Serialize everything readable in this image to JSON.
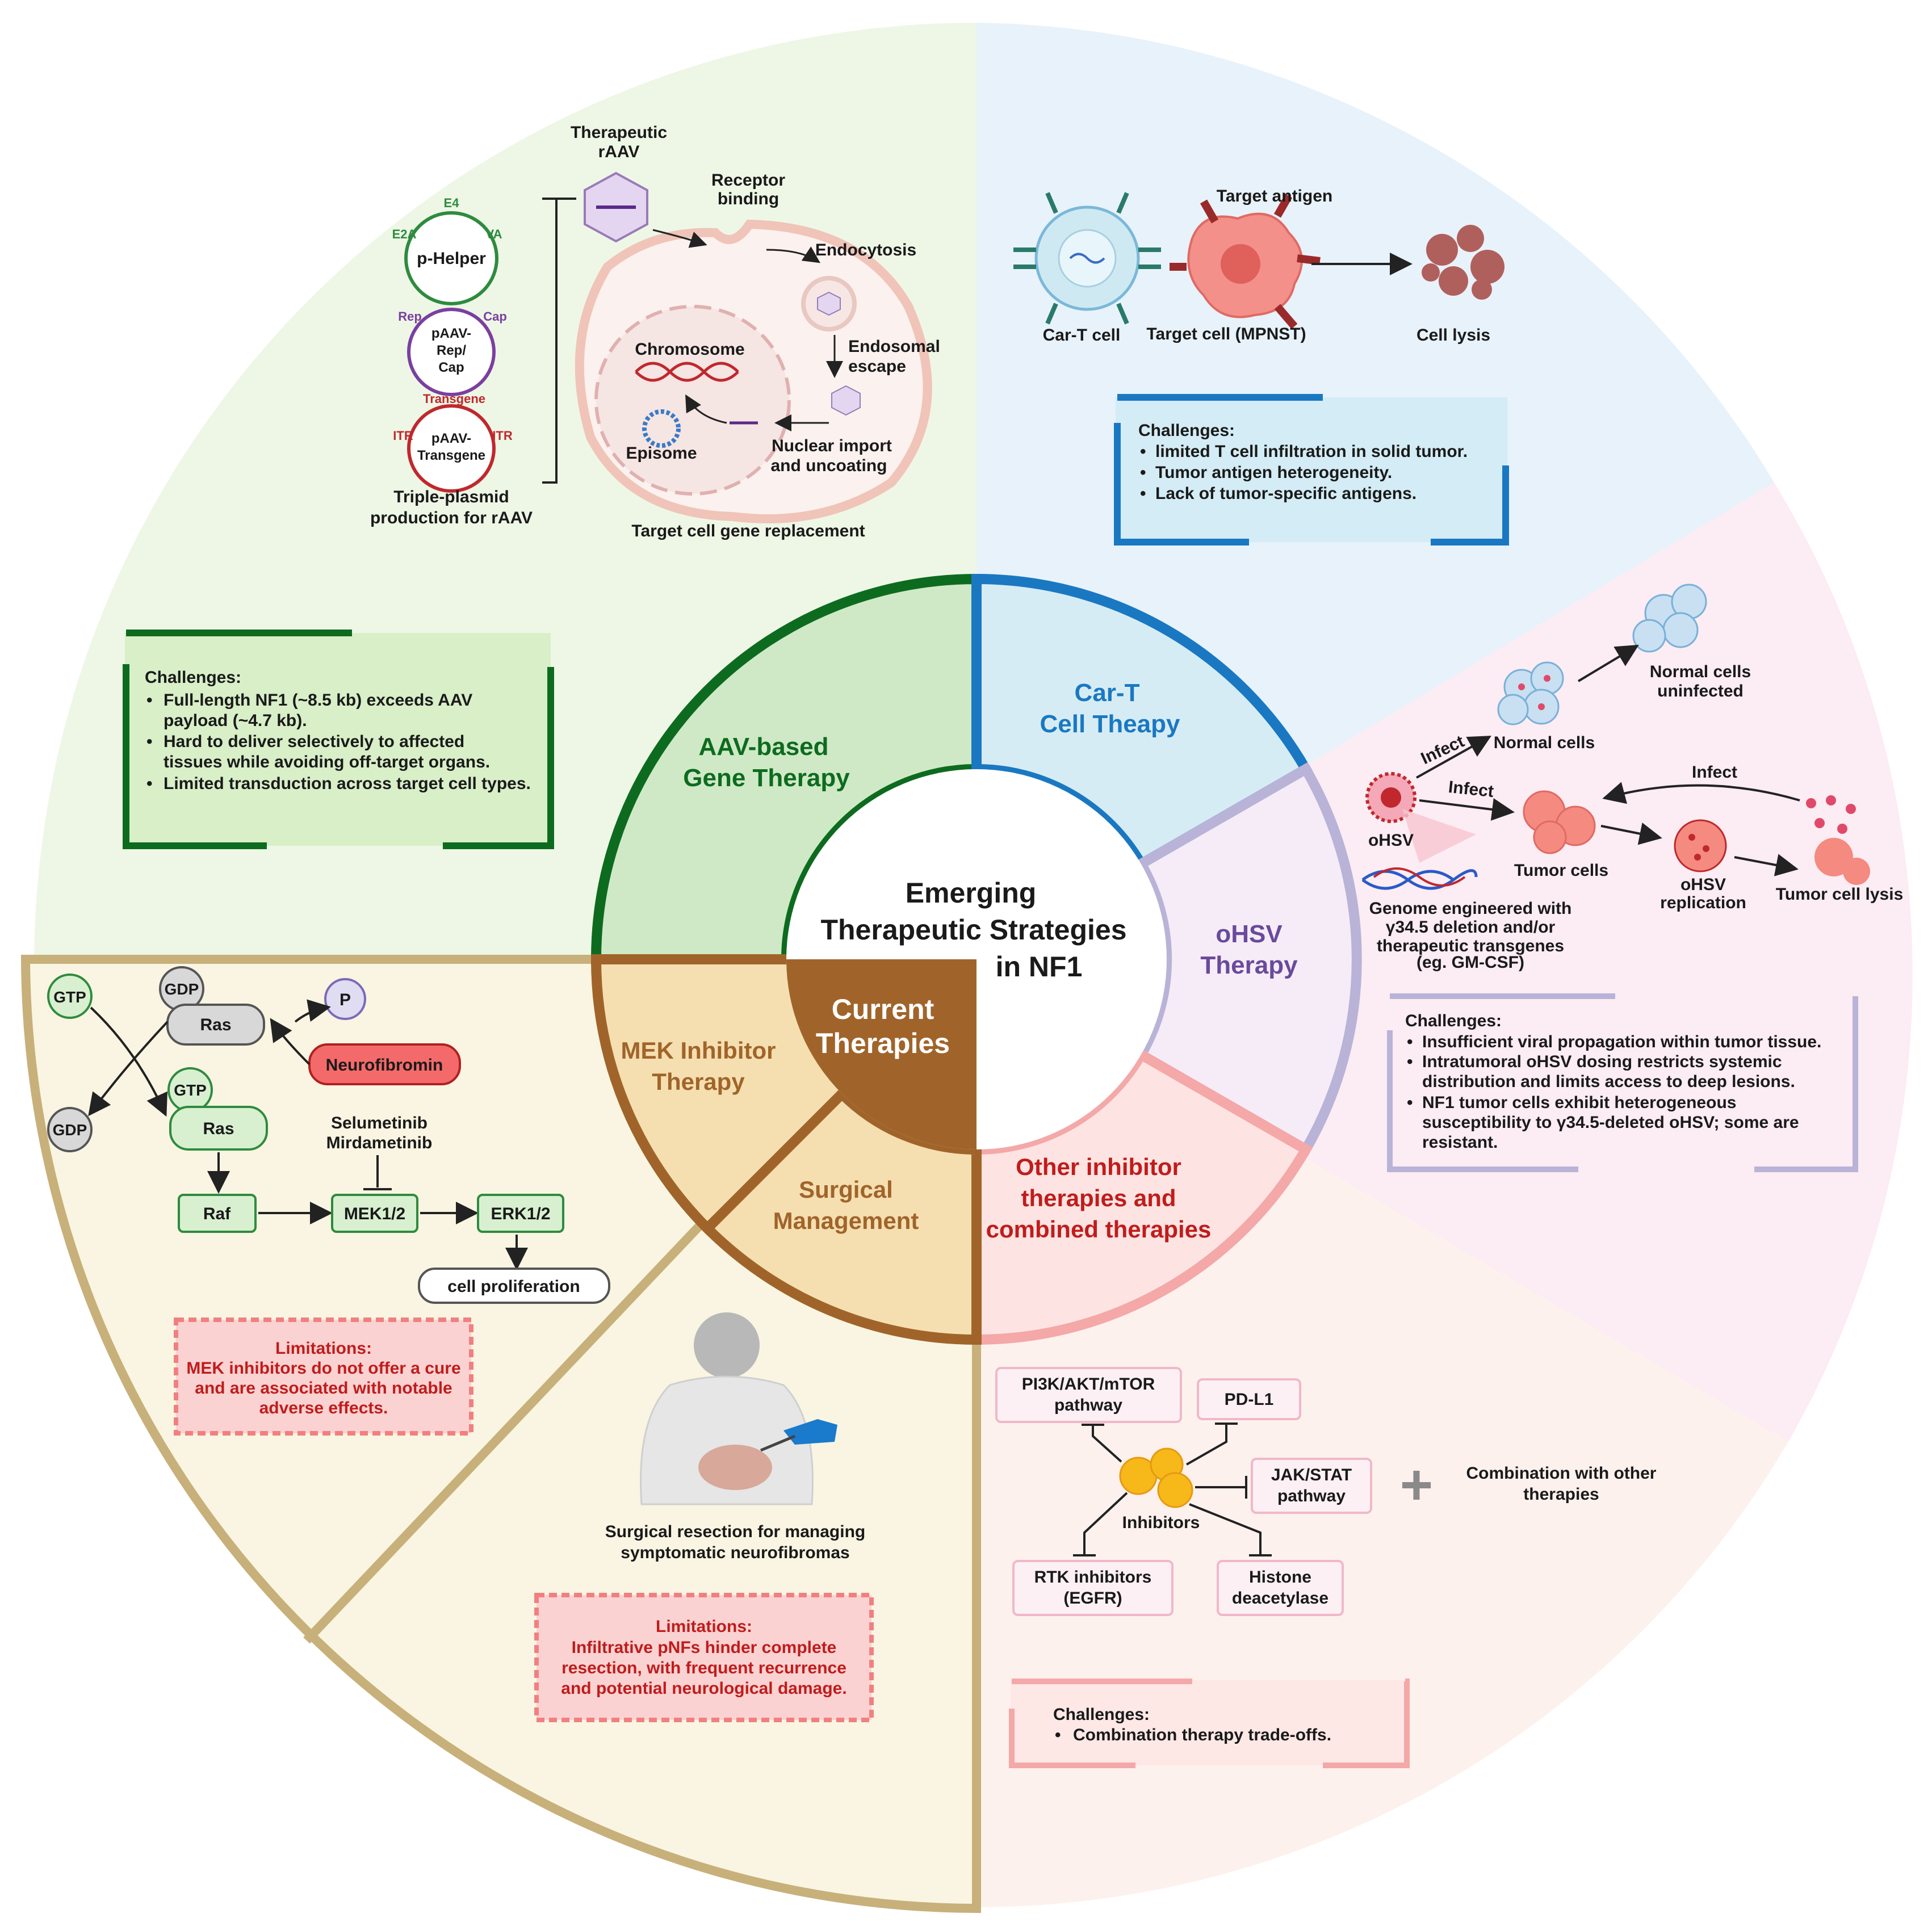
{
  "center": {
    "title_lines": [
      "Emerging",
      "Therapeutic  Strategies",
      "in NF1"
    ],
    "current": [
      "Current",
      "Therapies"
    ]
  },
  "ring": {
    "aav": [
      "AAV-based",
      "Gene Therapy"
    ],
    "cart": [
      "Car-T",
      "Cell Theapy"
    ],
    "ohsv": [
      "oHSV",
      "Therapy"
    ],
    "other": [
      "Other inhibitor",
      "therapies and",
      "combined therapies"
    ],
    "mek": [
      "MEK Inhibitor",
      "Therapy"
    ],
    "surgical": [
      "Surgical",
      "Management"
    ]
  },
  "aav_panel": {
    "therapeutic_rAAV": [
      "Therapeutic",
      "rAAV"
    ],
    "receptor_binding": [
      "Receptor",
      "binding"
    ],
    "endocytosis": "Endocytosis",
    "endosomal_escape": [
      "Endosomal",
      "escape"
    ],
    "chromosome": "Chromosome",
    "episome": "Episome",
    "nuclear_import": [
      "Nuclear import",
      "and uncoating"
    ],
    "target_cell": "Target cell gene replacement",
    "plasmid_helper": {
      "name": "p-Helper",
      "labels": [
        "E2A",
        "E4",
        "VA"
      ]
    },
    "plasmid_repcap": {
      "name": [
        "pAAV-",
        "Rep/",
        "Cap"
      ],
      "labels": [
        "Rep",
        "Cap"
      ]
    },
    "plasmid_transgene": {
      "name": [
        "pAAV-",
        "Transgene"
      ],
      "labels": [
        "Transgene",
        "ITR",
        "ITR"
      ]
    },
    "triple": [
      "Triple-plasmid",
      "production for rAAV"
    ],
    "challenges_title": "Challenges:",
    "challenges": [
      [
        "Full-length NF1 (~8.5 kb) exceeds AAV",
        "payload (~4.7 kb)."
      ],
      [
        "Hard to deliver selectively to affected",
        "tissues while avoiding off-target organs."
      ],
      [
        "Limited transduction across target cell types."
      ]
    ]
  },
  "cart_panel": {
    "target_antigen": "Target antigen",
    "cart_cell": "Car-T cell",
    "target_cell": "Target cell (MPNST)",
    "cell_lysis": "Cell lysis",
    "challenges_title": "Challenges:",
    "challenges": [
      "limited T cell infiltration in solid tumor.",
      "Tumor antigen heterogeneity.",
      "Lack of tumor-specific antigens."
    ]
  },
  "ohsv_panel": {
    "normal_uninfected": [
      "Normal cells",
      "uninfected"
    ],
    "normal_cells": "Normal cells",
    "infect1": "Infect",
    "infect2": "Infect",
    "infect3": "Infect",
    "ohsv": "oHSV",
    "tumor_cells": "Tumor cells",
    "replication": [
      "oHSV",
      "replication"
    ],
    "tumor_lysis": "Tumor cell lysis",
    "genome": [
      "Genome engineered with",
      "γ34.5 deletion and/or",
      "therapeutic transgenes",
      "(eg. GM-CSF)"
    ],
    "challenges_title": "Challenges:",
    "challenges": [
      [
        "Insufficient viral propagation within tumor tissue."
      ],
      [
        "Intratumoral oHSV dosing restricts systemic",
        "distribution and limits access to deep lesions."
      ],
      [
        "NF1 tumor cells exhibit heterogeneous",
        "susceptibility to γ34.5-deleted oHSV; some are",
        "resistant."
      ]
    ]
  },
  "mek_panel": {
    "gtp1": "GTP",
    "gdp1": "GDP",
    "gdp2": "GDP",
    "gtp2": "GTP",
    "ras1": "Ras",
    "ras2": "Ras",
    "p": "P",
    "neurofibromin": "Neurofibromin",
    "drugs": [
      "Selumetinib",
      "Mirdametinib"
    ],
    "raf": "Raf",
    "mek": "MEK1/2",
    "erk": "ERK1/2",
    "prolif": "cell proliferation",
    "lim_title": "Limitations:",
    "lim": [
      "MEK inhibitors do not offer a cure",
      "and are associated with notable",
      "adverse effects."
    ]
  },
  "surg_panel": {
    "caption": [
      "Surgical resection for managing",
      "symptomatic neurofibromas"
    ],
    "lim_title": "Limitations:",
    "lim": [
      "Infiltrative pNFs hinder complete",
      "resection, with frequent recurrence",
      "and potential neurological damage."
    ]
  },
  "other_panel": {
    "pi3k": [
      "PI3K/AKT/mTOR",
      "pathway"
    ],
    "pdl1": "PD-L1",
    "jak": [
      "JAK/STAT",
      "pathway"
    ],
    "inhibitors": "Inhibitors",
    "rtk": [
      "RTK inhibitors",
      "(EGFR)"
    ],
    "hdac": [
      "Histone",
      "deacetylase"
    ],
    "plus": "+",
    "combo": [
      "Combination with other",
      "therapies"
    ],
    "challenges_title": "Challenges:",
    "challenges": [
      "Combination therapy trade-offs."
    ]
  },
  "colors": {
    "aav": "#0d6b1f",
    "cart": "#1a78c2",
    "ohsv": "#b9b3d8",
    "other": "#f4a8a8",
    "current": "#a0642a",
    "tan": "#c8b07a"
  }
}
